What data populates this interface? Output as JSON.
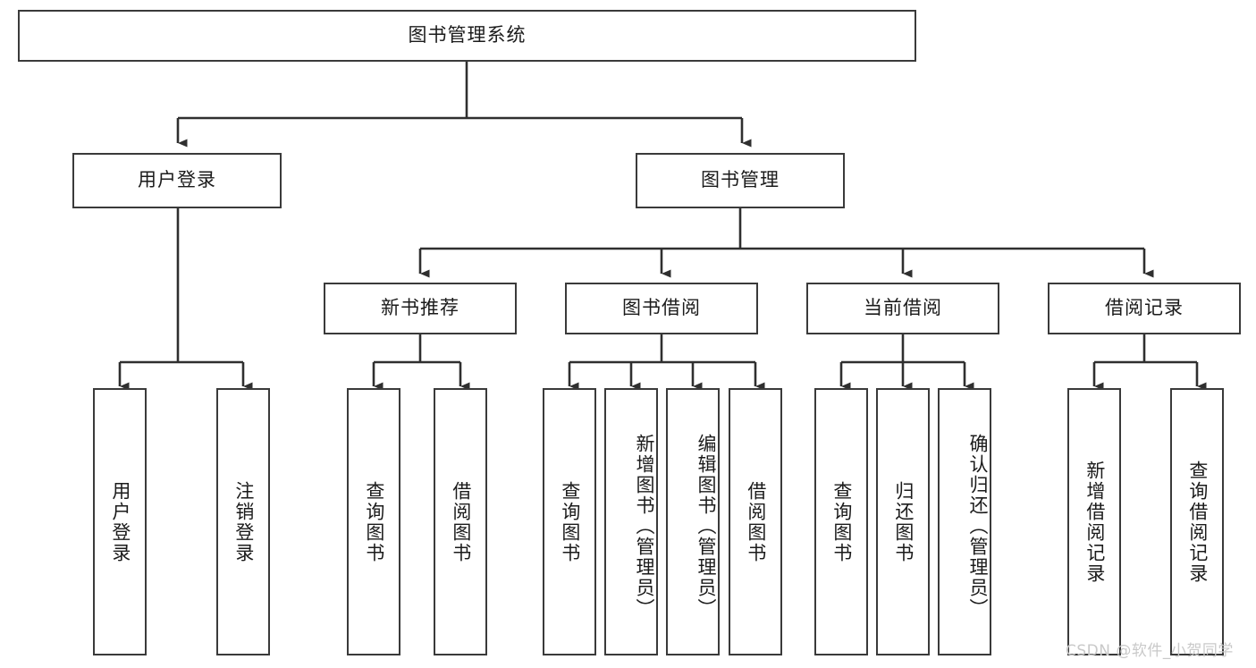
{
  "diagram": {
    "title": "图书管理系统",
    "type": "hierarchical-tree",
    "root": {
      "label": "图书管理系统"
    },
    "level2": [
      {
        "label": "用户登录"
      },
      {
        "label": "图书管理"
      }
    ],
    "level3": [
      {
        "label": "新书推荐"
      },
      {
        "label": "图书借阅"
      },
      {
        "label": "当前借阅"
      },
      {
        "label": "借阅记录"
      }
    ],
    "leaves": {
      "user_login": [
        {
          "label": "用户登录"
        },
        {
          "label": "注销登录"
        }
      ],
      "new_book_recommend": [
        {
          "label": "查询图书"
        },
        {
          "label": "借阅图书"
        }
      ],
      "book_borrow": [
        {
          "label": "查询图书"
        },
        {
          "label": "新增图书（管理员）"
        },
        {
          "label": "编辑图书（管理员）"
        },
        {
          "label": "借阅图书"
        }
      ],
      "current_borrow": [
        {
          "label": "查询图书"
        },
        {
          "label": "归还图书"
        },
        {
          "label": "确认归还（管理员）"
        }
      ],
      "borrow_record": [
        {
          "label": "新增借阅记录"
        },
        {
          "label": "查询借阅记录"
        }
      ]
    },
    "watermark": "CSDN @软件_小贺同学",
    "colors": {
      "box_border": "#3a3a3a",
      "box_fill": "#ffffff",
      "connector": "#2f2f2f",
      "text": "#1b1b1b",
      "watermark": "#c9c9c9"
    }
  }
}
